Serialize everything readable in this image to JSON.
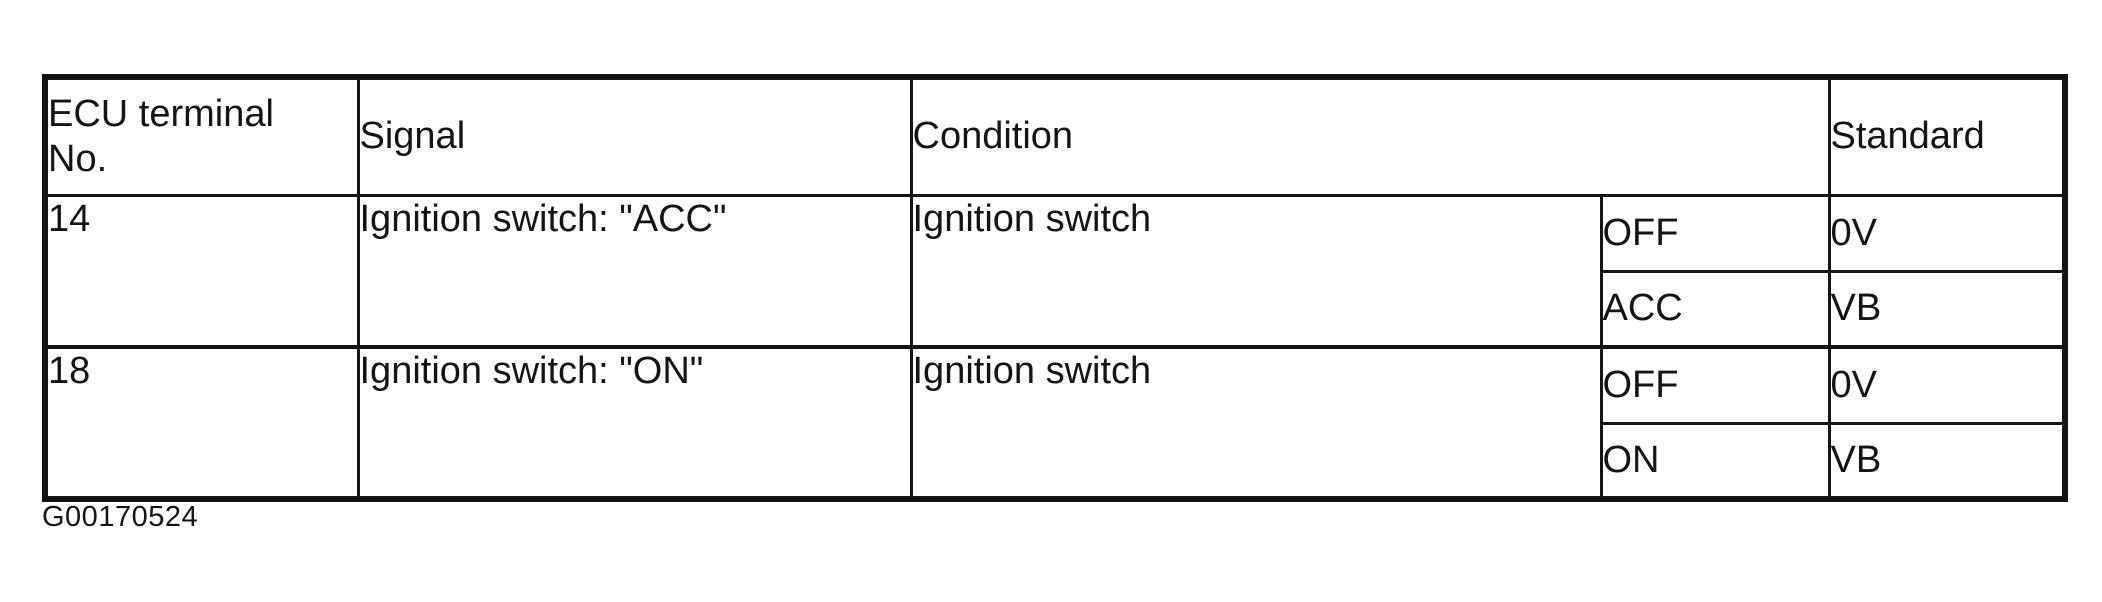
{
  "caption": "G00170524",
  "colors": {
    "ink": "#141414",
    "paper": "#ffffff"
  },
  "table": {
    "type": "table",
    "columns": [
      "ECU terminal No.",
      "Signal",
      "Condition",
      "Standard"
    ],
    "rows": [
      {
        "terminal": "14",
        "signal": "Ignition switch: \"ACC\"",
        "condition": "Ignition switch",
        "states": [
          {
            "state": "OFF",
            "standard": "0V"
          },
          {
            "state": "ACC",
            "standard": "VB"
          }
        ]
      },
      {
        "terminal": "18",
        "signal": "Ignition switch: \"ON\"",
        "condition": "Ignition switch",
        "states": [
          {
            "state": "OFF",
            "standard": "0V"
          },
          {
            "state": "ON",
            "standard": "VB"
          }
        ]
      }
    ]
  }
}
